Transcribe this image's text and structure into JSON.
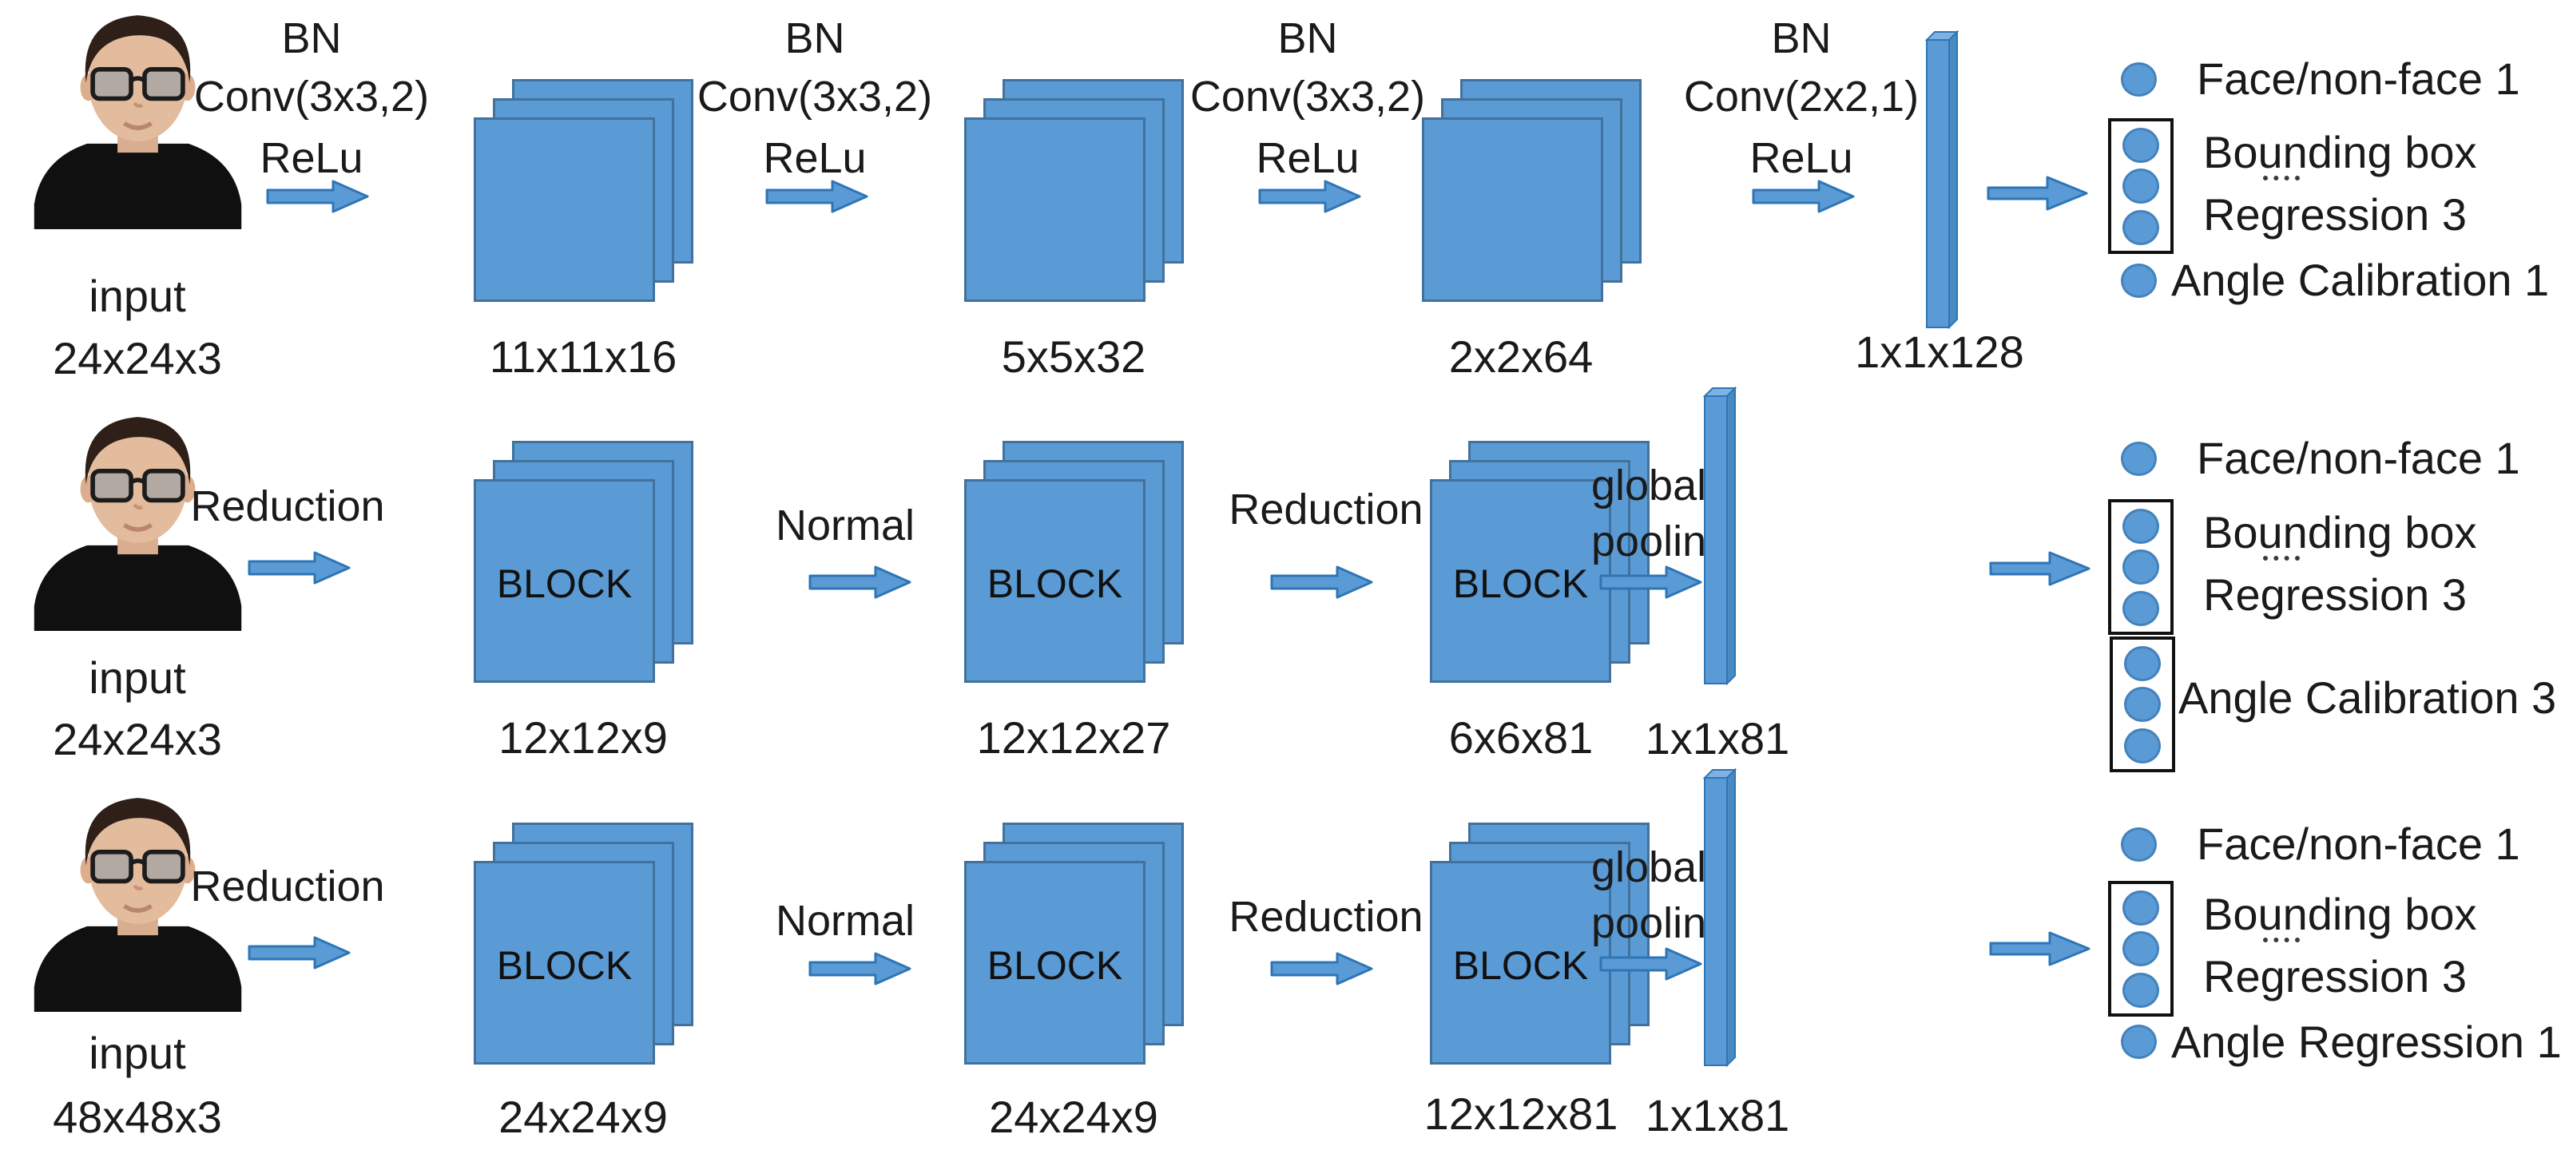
{
  "colors": {
    "shape_fill": "#5b9bd5",
    "shape_stroke": "#2e75b6",
    "layer_stroke": "#41719c",
    "output_box_border": "#111111",
    "text": "#1a1a1a"
  },
  "row1": {
    "input_caption": "input",
    "input_dims": "24x24x3",
    "op1": [
      "BN",
      "Conv(3x3,2)",
      "ReLu"
    ],
    "op2": [
      "BN",
      "Conv(3x3,2)",
      "ReLu"
    ],
    "op3": [
      "BN",
      "Conv(3x3,2)",
      "ReLu"
    ],
    "op4": [
      "BN",
      "Conv(2x2,1)",
      "ReLu"
    ],
    "stack1_dims": "11x11x16",
    "stack2_dims": "5x5x32",
    "stack3_dims": "2x2x64",
    "bar_dims": "1x1x128",
    "out_face": "Face/non-face 1",
    "out_bbox_line1": "Bounding box",
    "out_bbox_line2": "Regression 3",
    "out_angle": "Angle Calibration 1"
  },
  "row2": {
    "input_caption": "input",
    "input_dims": "24x24x3",
    "op1": "Reduction",
    "op2": "Normal",
    "op3": "Reduction",
    "op4": [
      "global",
      "pooling"
    ],
    "block_label": "BLOCK",
    "stack1_dims": "12x12x9",
    "stack2_dims": "12x12x27",
    "stack3_dims": "6x6x81",
    "bar_dims": "1x1x81",
    "out_face": "Face/non-face 1",
    "out_bbox_line1": "Bounding box",
    "out_bbox_line2": "Regression 3",
    "out_angle": "Angle Calibration 3"
  },
  "row3": {
    "input_caption": "input",
    "input_dims": "48x48x3",
    "op1": "Reduction",
    "op2": "Normal",
    "op3": "Reduction",
    "op4": [
      "global",
      "pooling"
    ],
    "block_label": "BLOCK",
    "stack1_dims": "24x24x9",
    "stack2_dims": "24x24x9",
    "stack3_dims": "12x12x81",
    "bar_dims": "1x1x81",
    "out_face": "Face/non-face 1",
    "out_bbox_line1": "Bounding box",
    "out_bbox_line2": "Regression 3",
    "out_angle": "Angle Regression 1"
  }
}
